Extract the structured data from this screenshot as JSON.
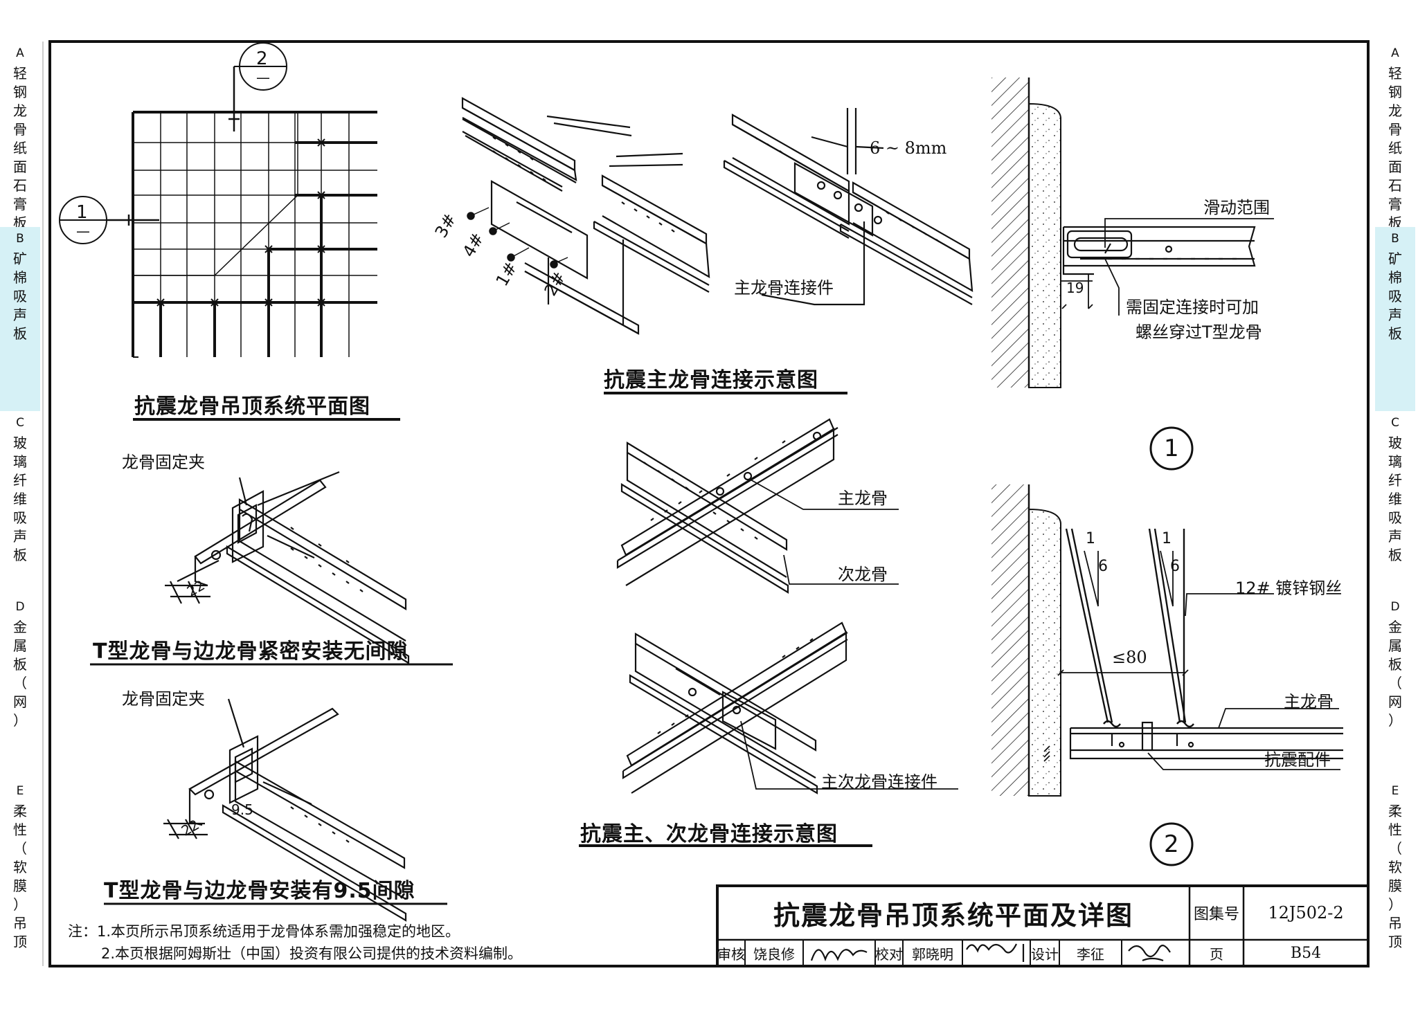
{
  "side_tabs": [
    {
      "letter": "A",
      "label": "轻钢龙骨纸面石膏板",
      "active": false
    },
    {
      "letter": "B",
      "label": "矿棉吸声板",
      "active": true
    },
    {
      "letter": "C",
      "label": "玻璃纤维吸声板",
      "active": false
    },
    {
      "letter": "D",
      "label": "金属板（网）",
      "active": false
    },
    {
      "letter": "E",
      "label": "柔性（软膜）吊顶",
      "active": false
    }
  ],
  "plan": {
    "title": "抗震龙骨吊顶系统平面图",
    "marker_top": {
      "num": "2",
      "sub": "—"
    },
    "marker_left": {
      "num": "1",
      "sub": "—"
    }
  },
  "main_connect": {
    "title": "抗震主龙骨连接示意图",
    "screw_labels": [
      "3#",
      "4#",
      "1#",
      "2#"
    ],
    "dimension": "6 ~ 8mm",
    "connector_label": "主龙骨连接件"
  },
  "t_edge_tight": {
    "clip_label": "龙骨固定夹",
    "dimension": "22",
    "title": "T型龙骨与边龙骨紧密安装无间隙"
  },
  "t_edge_gap": {
    "clip_label": "龙骨固定夹",
    "dimension": "22",
    "gap_dim": "9.5",
    "title": "T型龙骨与边龙骨安装有9.5间隙"
  },
  "cross_connect": {
    "main_label": "主龙骨",
    "secondary_label": "次龙骨",
    "connector_label": "主次龙骨连接件",
    "title": "抗震主、次龙骨连接示意图"
  },
  "detail1": {
    "label_slide": "滑动范围",
    "note_line1": "需固定连接时可加",
    "note_line2": "螺丝穿过T型龙骨",
    "dimension": "19",
    "marker": "1"
  },
  "detail2": {
    "slope_top": "1",
    "slope_bottom": "6",
    "wire_label": "12# 镀锌钢丝",
    "distance": "≤80",
    "main_label": "主龙骨",
    "part_label": "抗震配件",
    "marker": "2"
  },
  "notes": {
    "line1": "注：1.本页所示吊顶系统适用于龙骨体系需加强稳定的地区。",
    "line2": "2.本页根据阿姆斯壮（中国）投资有限公司提供的技术资料编制。"
  },
  "title_block": {
    "drawing_title": "抗震龙骨吊顶系统平面及详图",
    "atlas_label": "图集号",
    "atlas_no": "12J502-2",
    "review_label": "审核",
    "reviewer": "饶良修",
    "check_label": "校对",
    "checker": "郭晓明",
    "design_label": "设计",
    "designer": "李征",
    "page_label": "页",
    "page_no": "B54"
  }
}
